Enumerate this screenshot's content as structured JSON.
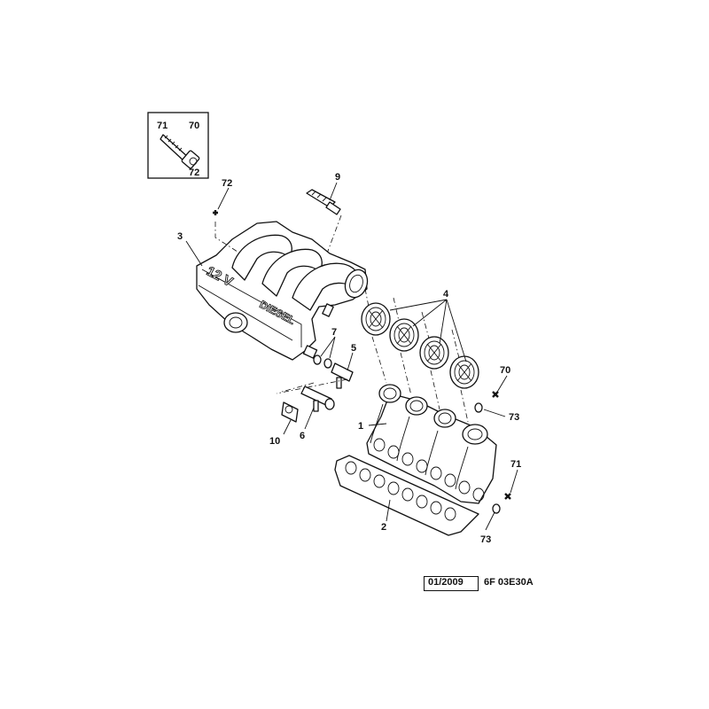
{
  "callouts": {
    "c1": "1",
    "c2": "2",
    "c3": "3",
    "c4": "4",
    "c5": "5",
    "c6": "6",
    "c7": "7",
    "c9": "9",
    "c10": "10",
    "c70": "70",
    "c71": "71",
    "c72": "72",
    "c73a": "73",
    "c73b": "73"
  },
  "inset": {
    "top_left": "71",
    "top_right": "70",
    "bottom_right": "72"
  },
  "plenum_text": {
    "valves": "12 V",
    "engine": "DIESEL"
  },
  "footer": {
    "date": "01/2009",
    "reference": "6F 03E30A"
  }
}
